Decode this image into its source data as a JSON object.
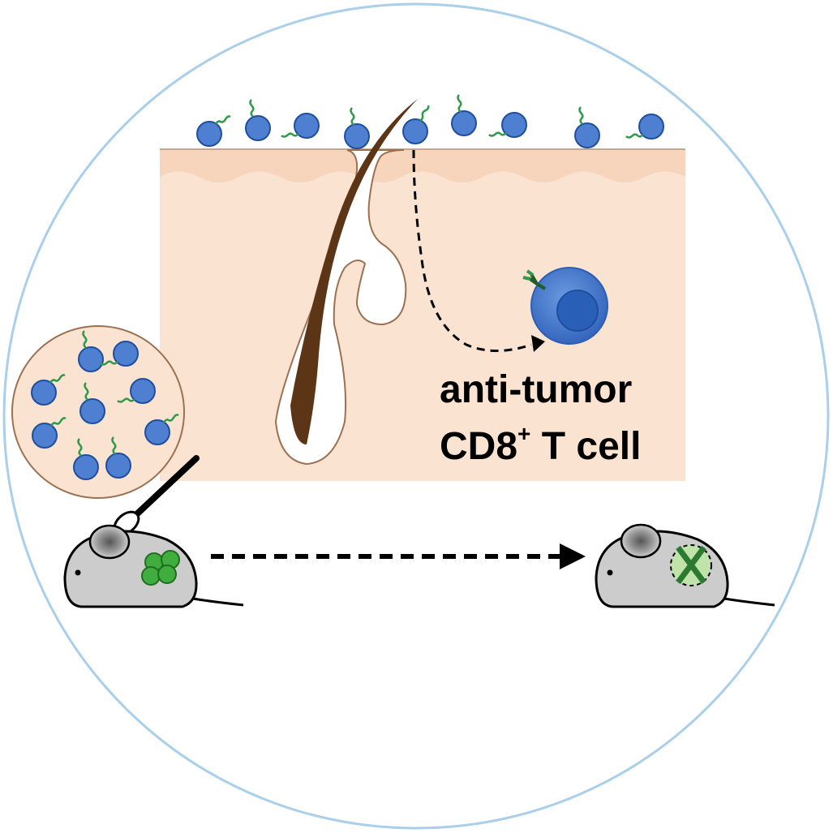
{
  "labels": {
    "cell_line1": "anti-tumor",
    "cell_line2_main": "CD8",
    "cell_line2_sup": "+",
    "cell_line2_rest": " T cell"
  },
  "colors": {
    "ring": "#a9cfea",
    "skin": "#fbe3d2",
    "skin_upper": "#f7d5bd",
    "follicle_outline": "#9a7152",
    "hair": "#5b3516",
    "bacterium_fill": "#4f7fd0",
    "bacterium_stroke": "#1f4e9e",
    "flagellum": "#2e9a4a",
    "mouse_body": "#cccccc",
    "tumor": "#3fae3f",
    "tumor_cleared": "#bfe3a8",
    "cross": "#2c7a32",
    "tcell_outer": "#3b74c9",
    "tcell_inner": "#2a5fb8"
  },
  "icons": {
    "surface_bacteria": "bacterium-icon",
    "inset": "magnified-bacteria-icon",
    "swab": "swab-icon",
    "treated_mouse": "mouse-with-tumor-icon",
    "cured_mouse": "mouse-tumor-cleared-icon",
    "tcell": "cd8-t-cell-icon"
  }
}
